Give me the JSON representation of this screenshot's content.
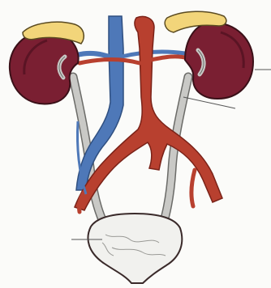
{
  "figure": {
    "colors": {
      "background": "#fbfbf9",
      "kidney": "#7a1f32",
      "kidney_shadow": "#5a1424",
      "adrenal_gland": "#f2d57a",
      "artery": "#b8402f",
      "vein": "#4e78b8",
      "ureter": "#c9c9c6",
      "bladder": "#f1f1ee",
      "outline": "#3a2a2a",
      "leader_line": "#555555"
    },
    "structures": [
      "left-kidney",
      "right-kidney",
      "left-adrenal-gland",
      "right-adrenal-gland",
      "aorta",
      "inferior-vena-cava",
      "left-ureter",
      "right-ureter",
      "urinary-bladder"
    ],
    "labels": []
  }
}
